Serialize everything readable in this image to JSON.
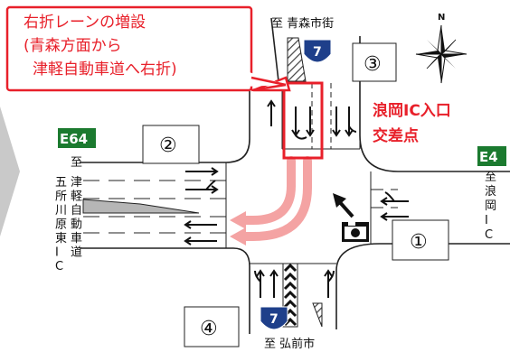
{
  "callout": {
    "line1": "右折レーンの増設",
    "line2": "(青森方面から",
    "line3": "津軽自動車道へ右折)"
  },
  "intersection_label": {
    "line1": "浪岡IC入口",
    "line2": "交差点"
  },
  "top_destination": "至 青森市街",
  "bottom_destination": "至 弘前市",
  "route_shield": "7",
  "left_sign": {
    "code": "E64",
    "prefix": "至",
    "col1": [
      "津",
      "軽",
      "自",
      "動",
      "車",
      "道"
    ],
    "col2": [
      "五",
      "所",
      "川",
      "原",
      "東",
      "I",
      "C"
    ]
  },
  "right_sign": {
    "code": "E4",
    "chars": [
      "至",
      "浪",
      "岡",
      "I",
      "C"
    ]
  },
  "photo_points": {
    "p1": "①",
    "p2": "②",
    "p3": "③",
    "p4": "④"
  },
  "compass_north": "N",
  "colors": {
    "callout_red": "#e8202a",
    "route_blue": "#1e3f8a",
    "expressway_green": "#1b7a2f",
    "arrow_pink": "#f4a3a3"
  }
}
